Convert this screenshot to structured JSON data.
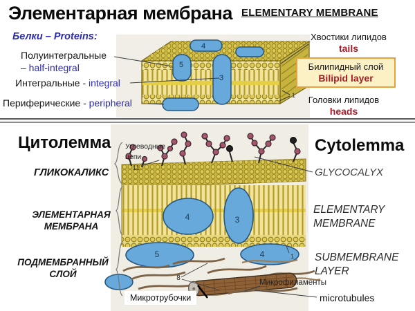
{
  "slide": {
    "title_ru": "Элементарная мембрана",
    "title_en": "ELEMENTARY MEMBRANE"
  },
  "top_section": {
    "proteins_heading": "Белки – Proteins:",
    "half_integral_ru": "Полуинтегральные",
    "half_integral_en": "– half-integral",
    "integral_ru": "Интегральные - ",
    "integral_en": "integral",
    "peripheral_ru": "Периферические - ",
    "peripheral_en": "peripheral",
    "tails_ru": "Хвостики липидов",
    "tails_en": "tails",
    "bilipid_ru": "Билипидный слой",
    "bilipid_en": "Bilipid layer",
    "heads_ru": "Головки липидов",
    "heads_en": "heads",
    "numbers": {
      "surface_protein": "4",
      "half_integral_protein": "5",
      "integral_protein": "3",
      "lipid_heads": "1"
    }
  },
  "bottom_section": {
    "title_ru": "Цитолемма",
    "title_en": "Cytolemma",
    "glycocalyx_ru": "ГЛИКОКАЛИКС",
    "glycocalyx_en": "GLYCOCALYX",
    "membrane_ru": [
      "ЭЛЕМЕНТАРНАЯ",
      "МЕМБРАНА"
    ],
    "membrane_en": [
      "ELEMENTARY",
      "MEMBRANE"
    ],
    "submembrane_ru": [
      "ПОДМЕМБРАННЫЙ",
      "СЛОЙ"
    ],
    "submembrane_en": [
      "SUBMEMBRANE",
      "LAYER"
    ],
    "carb_chains_ru": [
      "Углеводные",
      "цепи"
    ],
    "microfilaments_ru": "Микрофиламенты",
    "microtubules_ru": "Микротрубочки",
    "microtubules_en": "microtubules",
    "numbers": {
      "carb_chains": "11",
      "surface_protein": "4",
      "integral_protein": "3",
      "peripheral_protein": "5",
      "submembrane_protein": "4",
      "lipid": "1",
      "microfilament": "8"
    }
  },
  "colors": {
    "accent_red": "#a51d28",
    "accent_blue": "#2b2bb0",
    "lipid_yellow": "#d9c74f",
    "protein_blue": "#66a9da",
    "box_bg": "#fcf1c4",
    "box_border": "#e7a23a",
    "paper_bg": "#f1eee7"
  }
}
